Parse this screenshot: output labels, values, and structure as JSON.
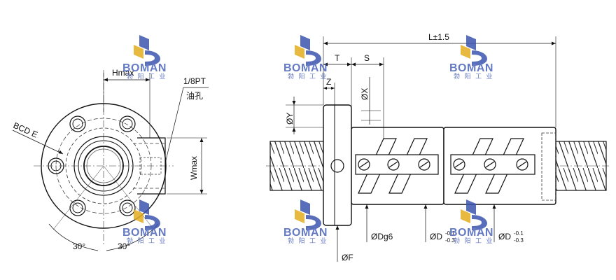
{
  "brand": {
    "name": "BOMAN",
    "tagline": "勃  阳  工  业",
    "colors": {
      "blue": "#3d55b0",
      "gold": "#e4ad21"
    }
  },
  "front_view": {
    "hmax": "Hmax",
    "pt": "1/8PT",
    "oil_hole": "油孔",
    "bcd": "BCD E",
    "wmax": "Wmax",
    "angle_left": "30°",
    "angle_right": "30°"
  },
  "side_view": {
    "length": "L±1.5",
    "t": "T",
    "s": "S",
    "z": "Z",
    "x": "ØX",
    "y": "ØY",
    "dg6": "ØDg6",
    "f": "ØF",
    "d1": {
      "main": "ØD",
      "upper": "-0.1",
      "lower": "-0.3"
    },
    "d2": {
      "main": "ØD",
      "upper": "-0.1",
      "lower": "-0.3"
    }
  }
}
